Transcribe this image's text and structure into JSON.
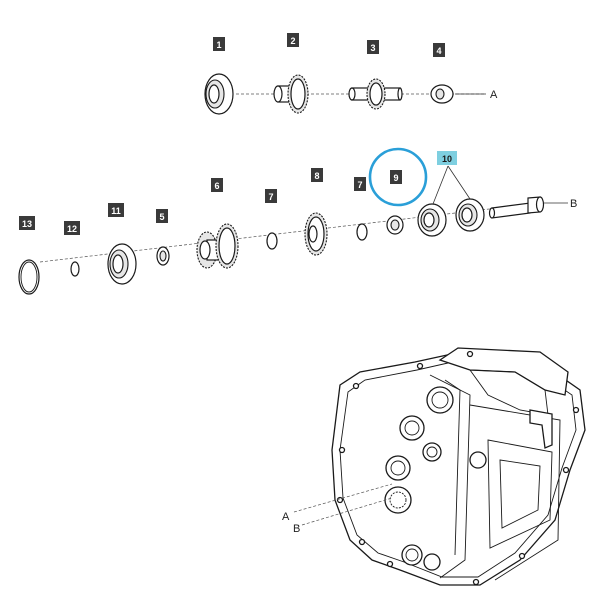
{
  "callouts": [
    {
      "id": "1",
      "text": "1"
    },
    {
      "id": "2",
      "text": "2"
    },
    {
      "id": "3",
      "text": "3"
    },
    {
      "id": "4",
      "text": "4"
    },
    {
      "id": "5",
      "text": "5"
    },
    {
      "id": "6",
      "text": "6"
    },
    {
      "id": "7a",
      "text": "7"
    },
    {
      "id": "7b",
      "text": "7"
    },
    {
      "id": "8",
      "text": "8"
    },
    {
      "id": "9",
      "text": "9"
    },
    {
      "id": "10",
      "text": "10"
    },
    {
      "id": "11",
      "text": "11"
    },
    {
      "id": "12",
      "text": "12"
    },
    {
      "id": "13",
      "text": "13"
    }
  ],
  "axis_labels": {
    "top_row_end": "A",
    "bottom_row_end": "B",
    "housing_a": "A",
    "housing_b": "B"
  },
  "colors": {
    "label_box": "#3a3a3a",
    "highlight_label": "#7ecfe0",
    "highlight_ring": "#2a9fd8"
  }
}
